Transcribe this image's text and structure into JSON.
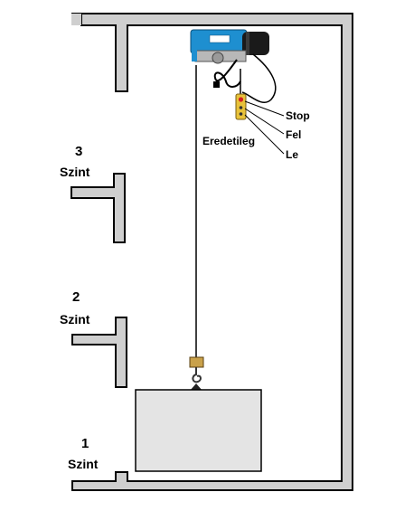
{
  "levels": [
    {
      "number": "3",
      "name": "Szint"
    },
    {
      "number": "2",
      "name": "Szint"
    },
    {
      "number": "1",
      "name": "Szint"
    }
  ],
  "pendant": {
    "buttons": [
      "Stop",
      "Fel",
      "Le"
    ],
    "caption": "Eredetileg"
  },
  "colors": {
    "wall_fill": "#cfcfcf",
    "wall_stroke": "#000000",
    "hoist_blue": "#1e8fd0",
    "pendant_yellow": "#e8c23a",
    "cabin_fill": "#e4e4e4"
  }
}
